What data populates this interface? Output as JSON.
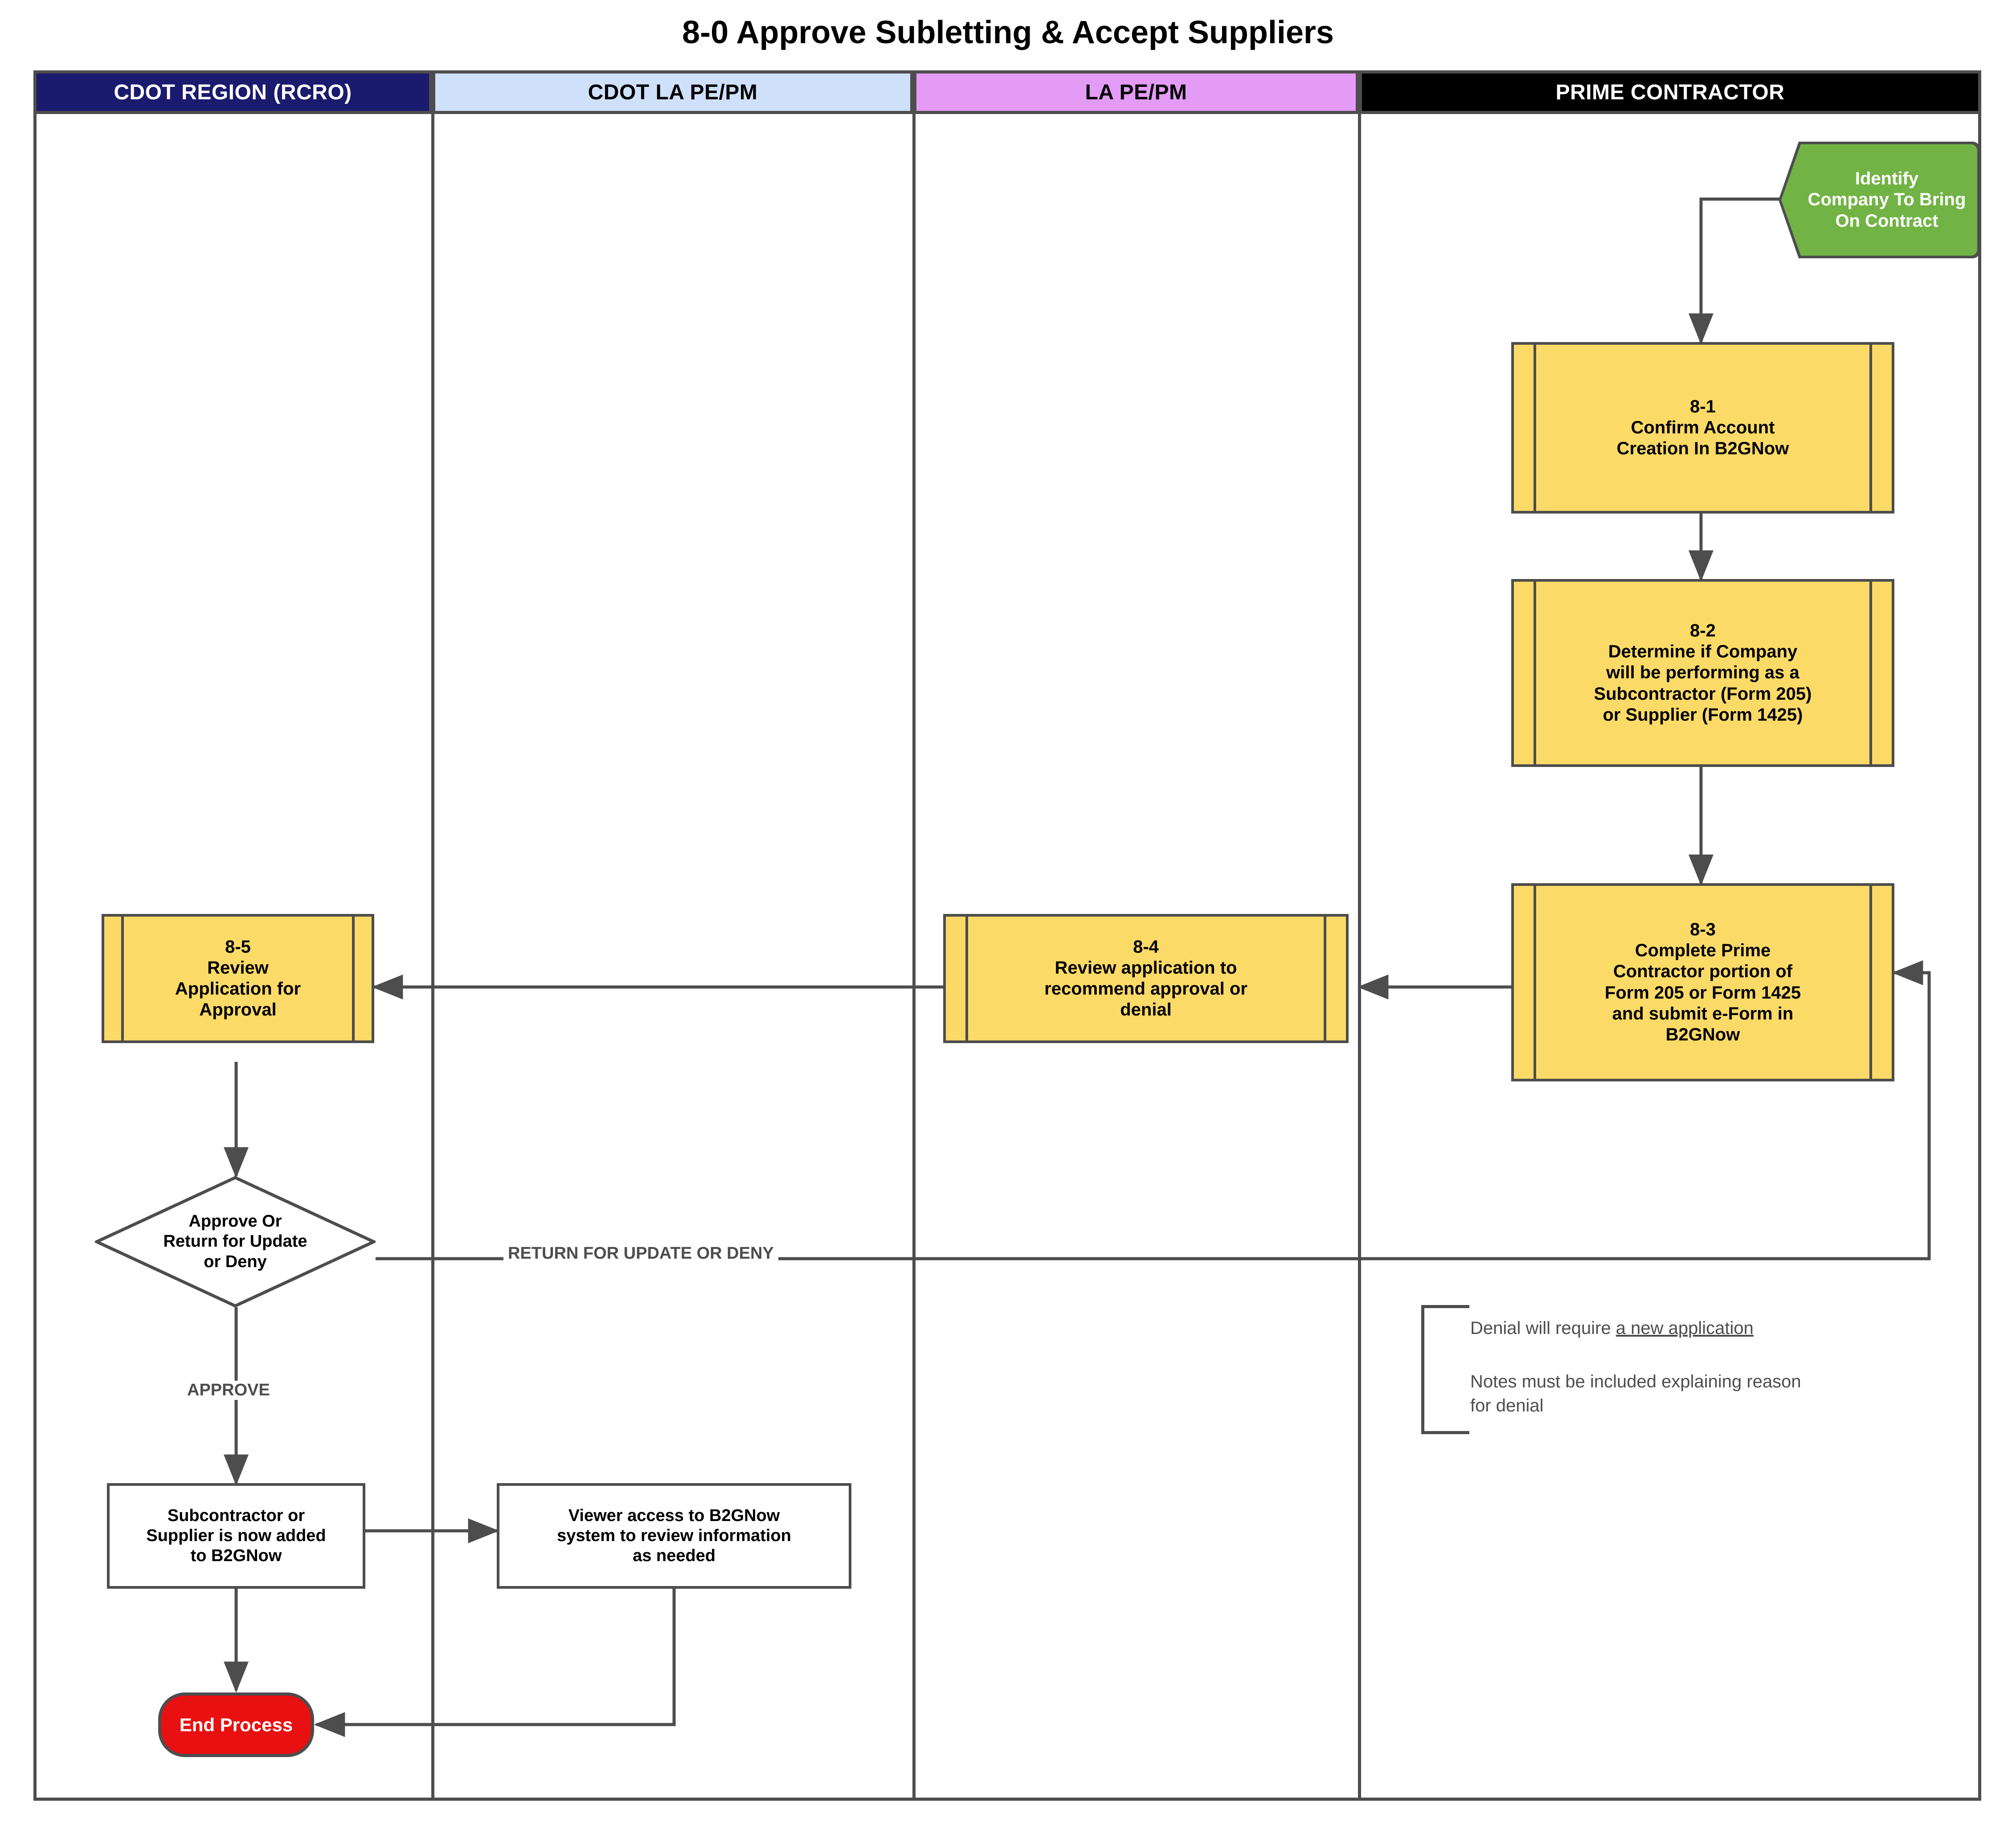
{
  "title": "8-0 Approve Subletting & Accept Suppliers",
  "colors": {
    "lane_cdot_region_bg": "#1a1a6e",
    "lane_cdot_region_text": "#ffffff",
    "lane_cdot_la_bg": "#cfe0fb",
    "lane_cdot_la_text": "#000000",
    "lane_la_bg": "#e49bf5",
    "lane_la_text": "#000000",
    "lane_prime_bg": "#000000",
    "lane_prime_text": "#ffffff",
    "process_fill": "#fcda67",
    "start_fill": "#72b345",
    "end_fill": "#e81010",
    "line": "#4d4d4d"
  },
  "lanes": [
    {
      "label": "CDOT REGION (RCRO)"
    },
    {
      "label": "CDOT LA PE/PM"
    },
    {
      "label": "LA PE/PM"
    },
    {
      "label": "PRIME CONTRACTOR"
    }
  ],
  "nodes": {
    "start": {
      "line1": "Identify",
      "line2": "Company To Bring",
      "line3": "On Contract"
    },
    "step81": {
      "id": "8-1",
      "line1": "Confirm Account",
      "line2": "Creation In B2GNow"
    },
    "step82": {
      "id": "8-2",
      "line1": "Determine if Company",
      "line2": "will be performing as a",
      "line3": "Subcontractor (Form 205)",
      "line4": "or Supplier (Form 1425)"
    },
    "step83": {
      "id": "8-3",
      "line1": "Complete Prime",
      "line2": "Contractor portion of",
      "line3": "Form 205 or Form 1425",
      "line4": "and submit e-Form in",
      "line5": "B2GNow"
    },
    "step84": {
      "id": "8-4",
      "line1": "Review application to",
      "line2": "recommend approval or",
      "line3": "denial"
    },
    "step85": {
      "id": "8-5",
      "line1": "Review",
      "line2": "Application for",
      "line3": "Approval"
    },
    "decision": {
      "line1": "Approve Or",
      "line2": "Return for Update",
      "line3": "or Deny"
    },
    "added": {
      "line1": "Subcontractor or",
      "line2": "Supplier is now added",
      "line3": "to B2GNow"
    },
    "viewer": {
      "line1": "Viewer access to B2GNow",
      "line2": "system to review information",
      "line3": "as needed"
    },
    "end": {
      "label": "End Process"
    }
  },
  "edge_labels": {
    "return": "RETURN FOR UPDATE OR DENY",
    "approve": "APPROVE"
  },
  "notes": {
    "note1_pre": "Denial will require ",
    "note1_underlined": "a new application",
    "note2_line1": "Notes must be included explaining reason",
    "note2_line2": "for denial"
  }
}
